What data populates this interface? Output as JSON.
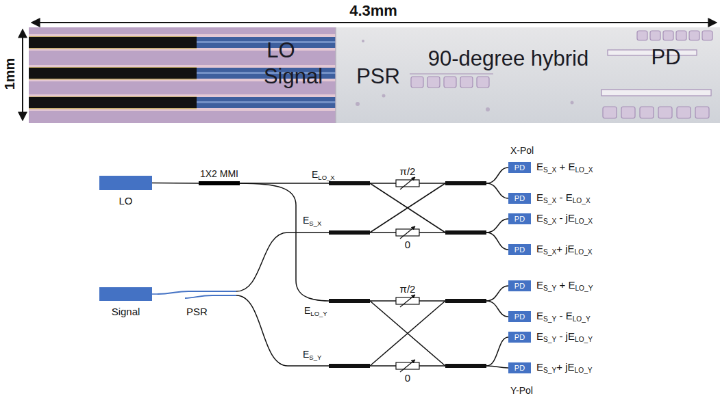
{
  "diagram": {
    "nodes": [
      {
        "text": [
          "LO"
        ]
      },
      {
        "text": [
          "1X2 MMI"
        ]
      },
      {
        "text": [
          "Signal"
        ]
      },
      {
        "text": [
          "PSR"
        ]
      },
      {
        "text": [
          "PD"
        ]
      },
      {
        "text": [
          "PD"
        ]
      },
      {
        "text": [
          "PD"
        ]
      },
      {
        "text": [
          "PD"
        ]
      },
      {
        "text": [
          "PD"
        ]
      },
      {
        "text": [
          "PD"
        ]
      },
      {
        "text": [
          "PD"
        ]
      },
      {
        "text": [
          "PD"
        ]
      }
    ],
    "edges": [
      {
        "from": 0,
        "to": 1,
        "arrow": "none"
      },
      {
        "from": 2,
        "to": 3,
        "arrow": "none"
      }
    ],
    "labels": [
      "4.3mm",
      "1mm",
      "LO",
      "Signal",
      "PSR",
      "90-degree hybrid",
      "PD",
      "ELO_X",
      "ES_X",
      "ELO_Y",
      "ES_Y",
      "π/2",
      "0",
      "π/2",
      "0",
      "X-Pol",
      "Y-Pol",
      "ES_X + ELO_X",
      "ES_X - ELO_X",
      "ES_X - jELO_X",
      "ES_X+ jELO_X",
      "ES_Y + ELO_Y",
      "ES_Y - ELO_Y",
      "ES_Y - jELO_Y",
      "ES_Y+ jELO_Y"
    ]
  }
}
